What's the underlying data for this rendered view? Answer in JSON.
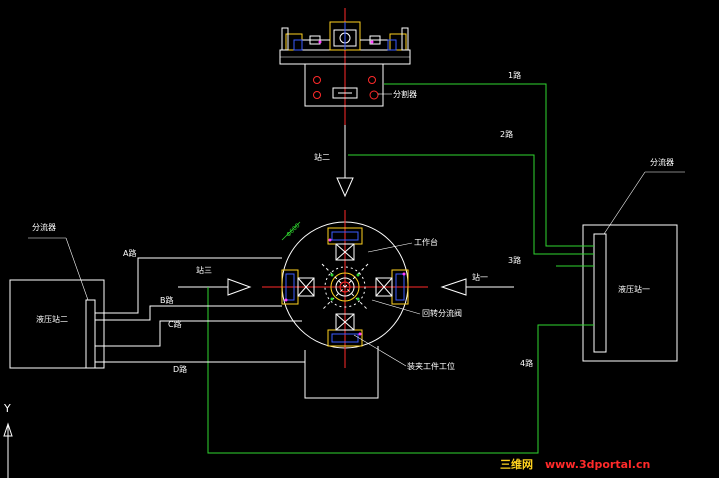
{
  "labels": {
    "distributor_top": "分割器",
    "route1": "1路",
    "route2": "2路",
    "route3": "3路",
    "route4": "4路",
    "station2": "站二",
    "station3": "站三",
    "station1": "站一",
    "distributor_right": "分流器",
    "distributor_left": "分流器",
    "hydraulic_station1": "液压站一",
    "hydraulic_station2": "液压站二",
    "route_a": "A路",
    "route_b": "B路",
    "route_c": "C路",
    "route_d": "D路",
    "worktable": "工作台",
    "rotary_valve": "回转分流阀",
    "clamp_position": "装夹工件工位",
    "dim_small": "Φ600",
    "axis_y": "Y"
  },
  "watermark": {
    "site_cn": "三维网",
    "site_url": "www.3dportal.cn"
  },
  "colors": {
    "background": "#000000",
    "line": "#ffffff",
    "pipe": "#2fd62f",
    "red": "#ff2a2a",
    "yellow": "#ffd21f",
    "blue": "#3a5bff",
    "magenta": "#ff3cff"
  }
}
